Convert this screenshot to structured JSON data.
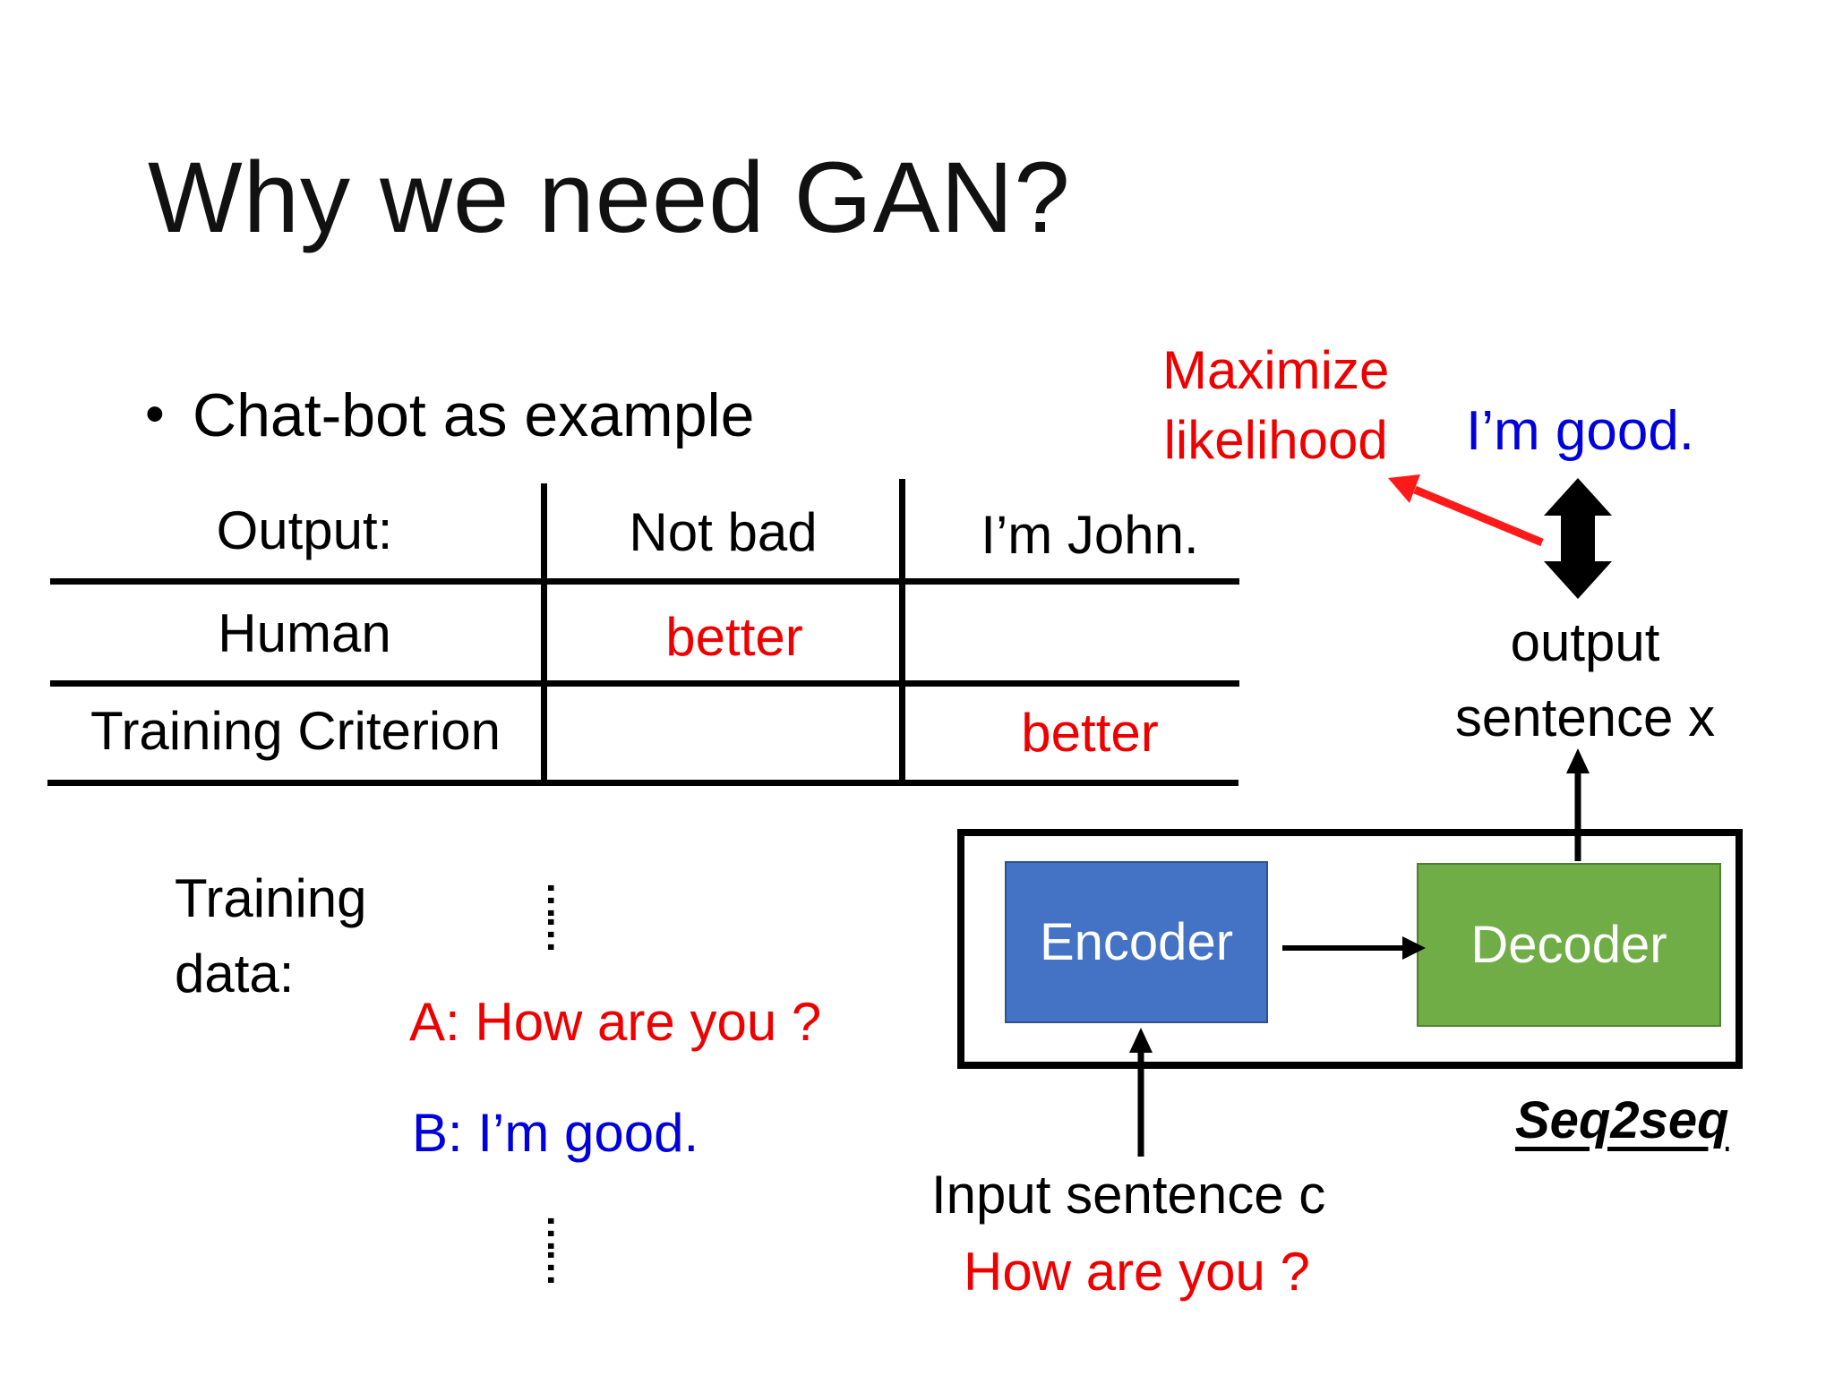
{
  "slide": {
    "title": "Why we need GAN?",
    "bullet": "Chat-bot as example"
  },
  "table": {
    "header": [
      "Output:",
      "Not bad",
      "I’m John."
    ],
    "rows": [
      {
        "label": "Human",
        "cells": [
          "better",
          ""
        ]
      },
      {
        "label": "Training Criterion",
        "cells": [
          "",
          "better"
        ]
      }
    ]
  },
  "training": {
    "label_line1": "Training",
    "label_line2": "data:",
    "dots": "……",
    "line_a": "A: How are you ?",
    "line_b": "B: I’m good."
  },
  "seq2seq": {
    "encoder": "Encoder",
    "decoder": "Decoder",
    "label": "Seq2seq",
    "input_label": "Input sentence c",
    "input_example": "How are you ?",
    "output_label_line1": "output",
    "output_label_line2": "sentence x",
    "output_example": "I’m good.",
    "objective_line1": "Maximize",
    "objective_line2": "likelihood"
  },
  "colors": {
    "red": "#ee0000",
    "blue": "#0000dd",
    "encoder": "#4472c4",
    "decoder": "#70ad47"
  }
}
